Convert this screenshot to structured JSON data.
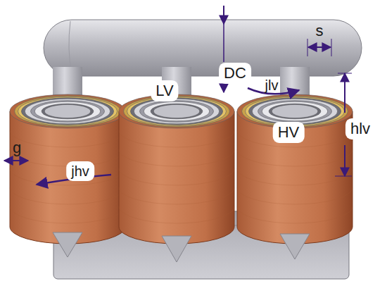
{
  "diagram": {
    "labels": [
      "g",
      "DC",
      "s",
      "LV",
      "jlv",
      "HV",
      "hlv",
      "jhv"
    ]
  }
}
